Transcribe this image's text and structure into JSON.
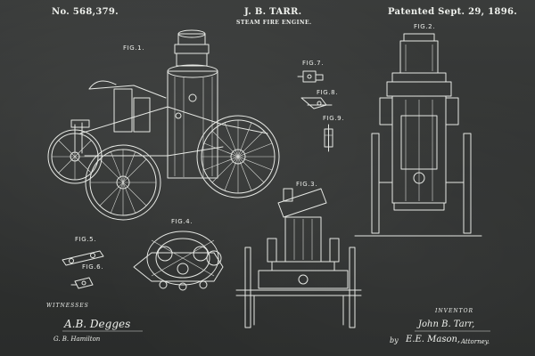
{
  "header": {
    "patent_number": "No. 568,379.",
    "inventor_name": "J. B. TARR.",
    "title": "STEAM FIRE ENGINE.",
    "patent_date": "Patented Sept. 29, 1896."
  },
  "figures": {
    "fig1": "FIG.1.",
    "fig2": "FIG.2.",
    "fig3": "FIG.3.",
    "fig4": "FIG.4.",
    "fig5": "FIG.5.",
    "fig6": "FIG.6.",
    "fig7": "FIG.7.",
    "fig8": "FIG.8.",
    "fig9": "FIG.9."
  },
  "witnesses": {
    "label": "WITNESSES",
    "signature_1": "A.B. Degges",
    "signature_2": "G. B. Hamilton"
  },
  "inventor": {
    "label": "INVENTOR",
    "name": "John B. Tarr,",
    "attorney_prefix": "by",
    "attorney": "E.E. Mason,",
    "attorney_suffix": "Attorney."
  },
  "colors": {
    "chalkboard": "#303231",
    "chalk": "#e6e8e4"
  }
}
